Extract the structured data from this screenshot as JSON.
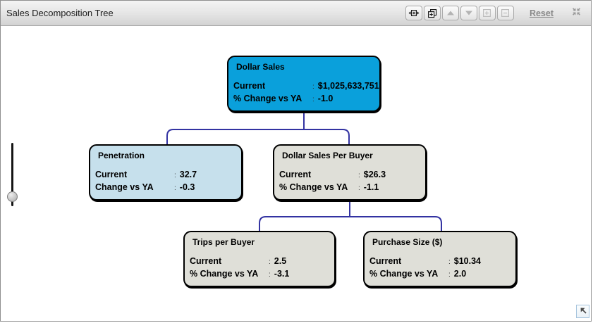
{
  "window": {
    "title": "Sales Decomposition Tree"
  },
  "toolbar": {
    "buttons": [
      {
        "name": "fit-width-button",
        "icon": "expand-horizontal-icon",
        "enabled": true
      },
      {
        "name": "expand-all-button",
        "icon": "cascade-windows-icon",
        "enabled": true
      },
      {
        "name": "move-up-button",
        "icon": "arrow-up-icon",
        "enabled": false
      },
      {
        "name": "move-down-button",
        "icon": "arrow-down-icon",
        "enabled": false
      },
      {
        "name": "zoom-in-button",
        "icon": "plus-box-icon",
        "enabled": false
      },
      {
        "name": "zoom-out-button",
        "icon": "minus-box-icon",
        "enabled": false
      }
    ],
    "reset_label": "Reset",
    "collapse_icon": "collapse-arrows-icon"
  },
  "colors": {
    "root_fill": "#0aa0db",
    "blue_child_fill": "#c6e0ec",
    "gray_child_fill": "#dfdfd8",
    "connector": "#3333a2"
  },
  "tree": {
    "nodes": [
      {
        "title": "Dollar Sales",
        "rows": [
          {
            "label": "Current",
            "value": "$1,025,633,751"
          },
          {
            "label": "% Change vs YA",
            "value": "-1.0"
          }
        ]
      },
      {
        "title": "Penetration",
        "rows": [
          {
            "label": "Current",
            "value": "32.7"
          },
          {
            "label": "Change vs YA",
            "value": "-0.3"
          }
        ]
      },
      {
        "title": "Dollar Sales Per Buyer",
        "rows": [
          {
            "label": "Current",
            "value": "$26.3"
          },
          {
            "label": "% Change vs YA",
            "value": "-1.1"
          }
        ]
      },
      {
        "title": "Trips per Buyer",
        "rows": [
          {
            "label": "Current",
            "value": "2.5"
          },
          {
            "label": "% Change vs YA",
            "value": "-3.1"
          }
        ]
      },
      {
        "title": "Purchase Size ($)",
        "rows": [
          {
            "label": "Current",
            "value": "$10.34"
          },
          {
            "label": "% Change vs YA",
            "value": "2.0"
          }
        ]
      }
    ]
  },
  "nav": {
    "back_to_parent": "arrow-up-left"
  }
}
